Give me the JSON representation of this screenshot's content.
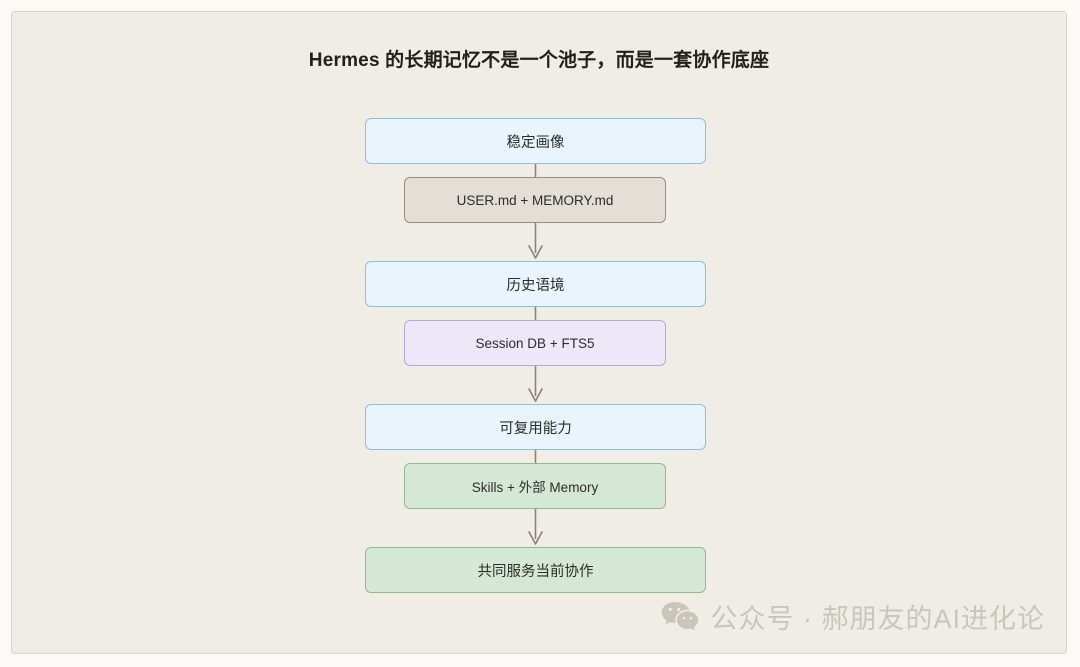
{
  "title": "Hermes 的长期记忆不是一个池子，而是一套协作底座",
  "flow": {
    "nodes": [
      {
        "id": "stage-1",
        "label": "稳定画像",
        "kind": "stage",
        "color": "#eaf4fc"
      },
      {
        "id": "detail-1",
        "label": "USER.md + MEMORY.md",
        "kind": "detail",
        "color": "#e3ded6"
      },
      {
        "id": "stage-2",
        "label": "历史语境",
        "kind": "stage",
        "color": "#eaf4fc"
      },
      {
        "id": "detail-2",
        "label": "Session DB + FTS5",
        "kind": "detail",
        "color": "#ece8f8"
      },
      {
        "id": "stage-3",
        "label": "可复用能力",
        "kind": "stage",
        "color": "#eaf4fc"
      },
      {
        "id": "detail-3",
        "label": "Skills + 外部 Memory",
        "kind": "detail",
        "color": "#d5e8d5"
      },
      {
        "id": "stage-4",
        "label": "共同服务当前协作",
        "kind": "stage",
        "color": "#d5e8d5"
      }
    ],
    "edges": [
      {
        "from": "stage-1",
        "to": "stage-2"
      },
      {
        "from": "stage-2",
        "to": "stage-3"
      },
      {
        "from": "stage-3",
        "to": "stage-4"
      }
    ],
    "connector_color": "#8a8177"
  },
  "watermark": {
    "icon": "wechat-icon",
    "text": "公众号 · 郝朋友的AI进化论",
    "color": "#c9c5bb"
  },
  "colors": {
    "page_background": "#fbfaf7",
    "card_background": "#f0ede6",
    "card_border": "#d9d5cc",
    "title_text": "#21201d",
    "blue_fill": "#eaf4fc",
    "blue_border": "#8ebde4",
    "green_fill": "#d5e8d5",
    "green_border": "#8fb98f",
    "tan_fill": "#e3ded6",
    "tan_border": "#938d83",
    "purple_fill": "#ece8f8",
    "purple_border": "#b5a7dd"
  }
}
